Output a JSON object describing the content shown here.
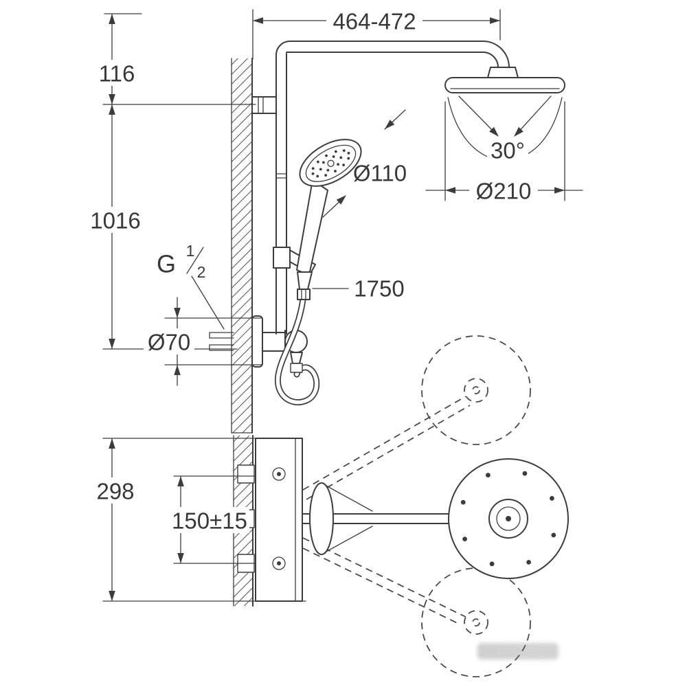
{
  "dimensions": {
    "top_width": "464-472",
    "top_offset": "116",
    "column_height": "1016",
    "escutcheon_diameter": "Ø70",
    "hand_shower_diameter": "Ø110",
    "head_swivel_angle": "30°",
    "head_shower_diameter": "Ø210",
    "hose_length": "1750",
    "plate_height": "298",
    "connection_spacing": "150±15",
    "thread": {
      "prefix": "G",
      "numerator": "1",
      "denominator": "2"
    }
  },
  "colors": {
    "line": "#3c3c3c",
    "text": "#383838",
    "background": "#ffffff"
  }
}
